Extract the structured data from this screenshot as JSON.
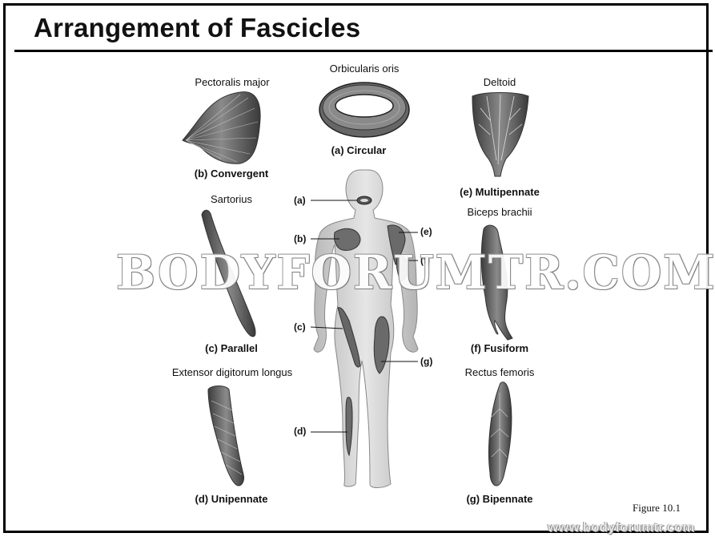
{
  "title": "Arrangement of Fascicles",
  "muscles": {
    "pectoralis": "Pectoralis major",
    "orbicularis": "Orbicularis oris",
    "deltoid": "Deltoid",
    "sartorius": "Sartorius",
    "biceps": "Biceps brachii",
    "extensor": "Extensor digitorum longus",
    "rectus": "Rectus femoris"
  },
  "captions": {
    "circular": "(a) Circular",
    "convergent": "(b) Convergent",
    "multipennate": "(e) Multipennate",
    "parallel": "(c) Parallel",
    "fusiform": "(f) Fusiform",
    "unipennate": "(d) Unipennate",
    "bipennate": "(g) Bipennate"
  },
  "pointers": {
    "a": "(a)",
    "b": "(b)",
    "c": "(c)",
    "d": "(d)",
    "e": "(e)",
    "f": "(f)",
    "g": "(g)"
  },
  "figure_label": "Figure 10.1",
  "watermark": "BODYFORUMTR.COM",
  "watermark_url": "www.bodyforumtr.com"
}
